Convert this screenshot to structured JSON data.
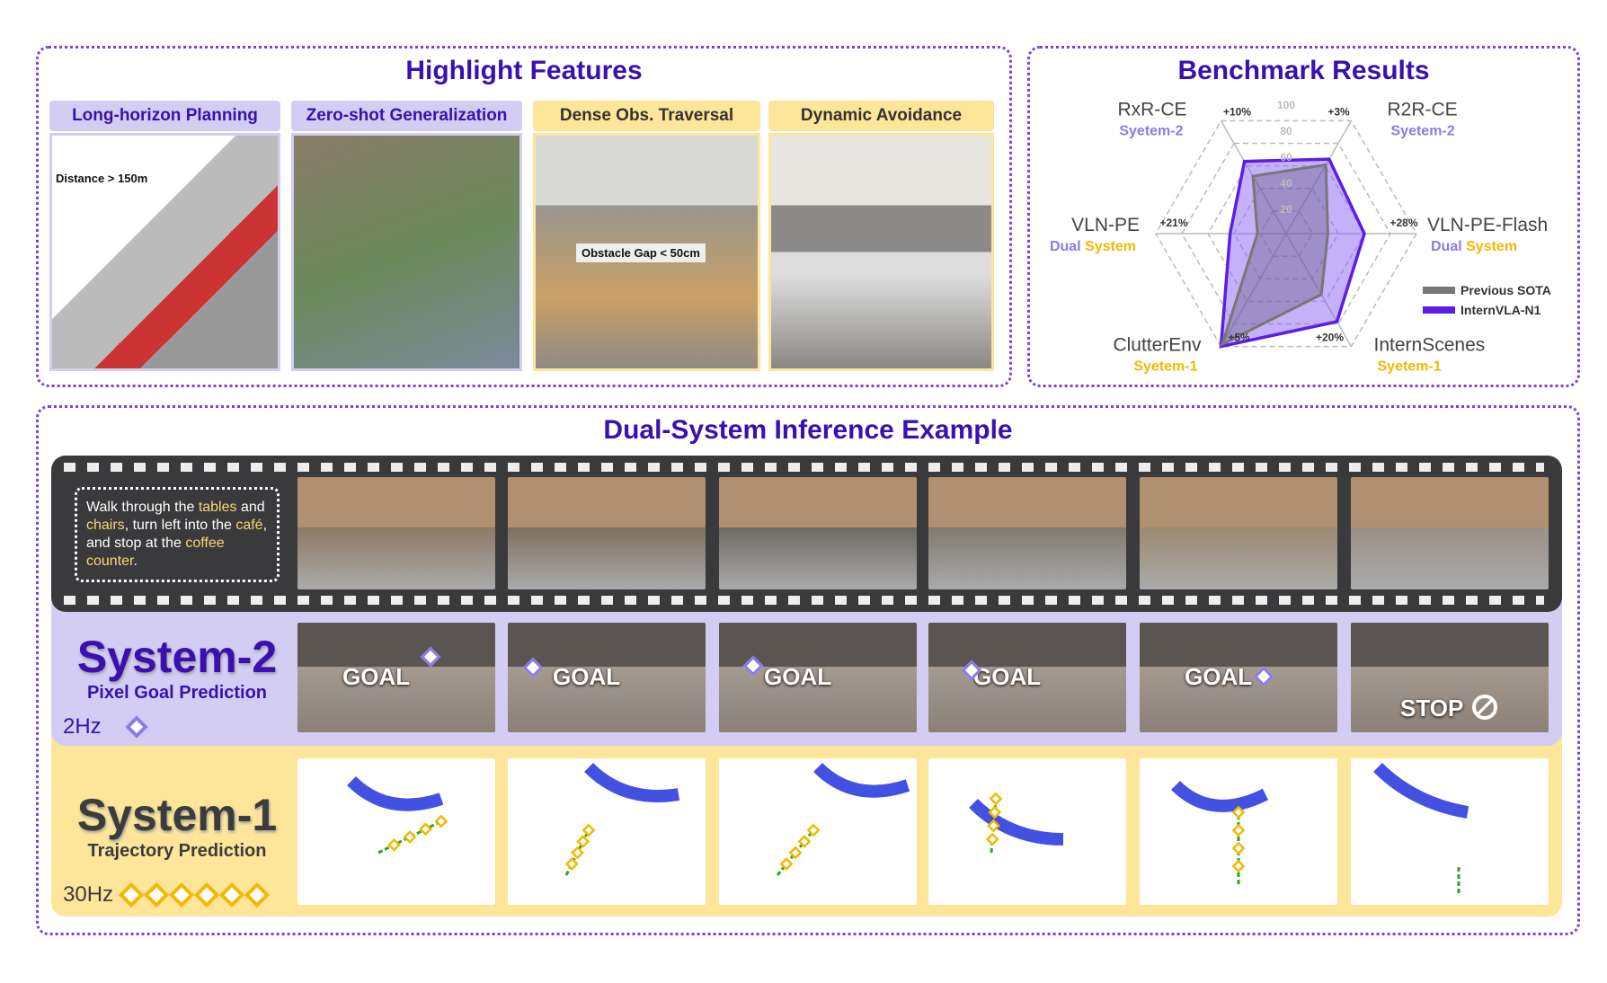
{
  "highlight": {
    "title": "Highlight Features",
    "features": [
      {
        "label": "Long-horizon Planning",
        "annotation": "Distance > 150m"
      },
      {
        "label": "Zero-shot Generalization"
      },
      {
        "label": "Dense Obs. Traversal",
        "annotation": "Obstacle Gap < 50cm"
      },
      {
        "label": "Dynamic Avoidance"
      }
    ]
  },
  "benchmark": {
    "title": "Benchmark Results"
  },
  "chart_data": {
    "type": "radar",
    "title": "Benchmark Results",
    "axes": [
      {
        "name": "RxR-CE",
        "system": [
          {
            "text": "Syetem-2",
            "color": "#8b7be8"
          }
        ],
        "gain": "+10%"
      },
      {
        "name": "R2R-CE",
        "system": [
          {
            "text": "Syetem-2",
            "color": "#8b7be8"
          }
        ],
        "gain": "+3%"
      },
      {
        "name": "VLN-PE-Flash",
        "system": [
          {
            "text": "Dual ",
            "color": "#8b7be8"
          },
          {
            "text": "System",
            "color": "#f5b800"
          }
        ],
        "gain": "+28%"
      },
      {
        "name": "InternScenes",
        "system": [
          {
            "text": "Syetem-1",
            "color": "#f5b800"
          }
        ],
        "gain": "+20%"
      },
      {
        "name": "ClutterEnv",
        "system": [
          {
            "text": "Syetem-1",
            "color": "#f5b800"
          }
        ],
        "gain": "+5%"
      },
      {
        "name": "VLN-PE",
        "system": [
          {
            "text": "Dual ",
            "color": "#8b7be8"
          },
          {
            "text": "System",
            "color": "#f5b800"
          }
        ],
        "gain": "+21%"
      }
    ],
    "rlim": [
      0,
      100
    ],
    "ticks": [
      "20",
      "40",
      "60",
      "80",
      "100"
    ],
    "series": [
      {
        "name": "Previous SOTA",
        "color": "#777777",
        "values": [
          51,
          61,
          32,
          54,
          98,
          22
        ]
      },
      {
        "name": "InternVLA-N1",
        "color": "#5b1ee8",
        "values": [
          64,
          66,
          60,
          78,
          100,
          43
        ]
      }
    ],
    "legend": "bottom-right"
  },
  "inference": {
    "title": "Dual-System Inference Example",
    "instruction": [
      {
        "t": "Walk through the ",
        "h": false
      },
      {
        "t": "tables",
        "h": true
      },
      {
        "t": " and ",
        "h": false
      },
      {
        "t": "chairs",
        "h": true
      },
      {
        "t": ", turn left into the ",
        "h": false
      },
      {
        "t": "café",
        "h": true
      },
      {
        "t": ", and stop at the ",
        "h": false
      },
      {
        "t": "coffee counter",
        "h": true
      },
      {
        "t": ".",
        "h": false
      }
    ],
    "system2": {
      "name": "System-2",
      "subtitle": "Pixel Goal Prediction",
      "rate": "2Hz"
    },
    "system1": {
      "name": "System-1",
      "subtitle": "Trajectory Prediction",
      "rate": "30Hz"
    },
    "goal_labels": [
      "GOAL",
      "GOAL",
      "GOAL",
      "GOAL",
      "GOAL",
      "STOP"
    ]
  }
}
